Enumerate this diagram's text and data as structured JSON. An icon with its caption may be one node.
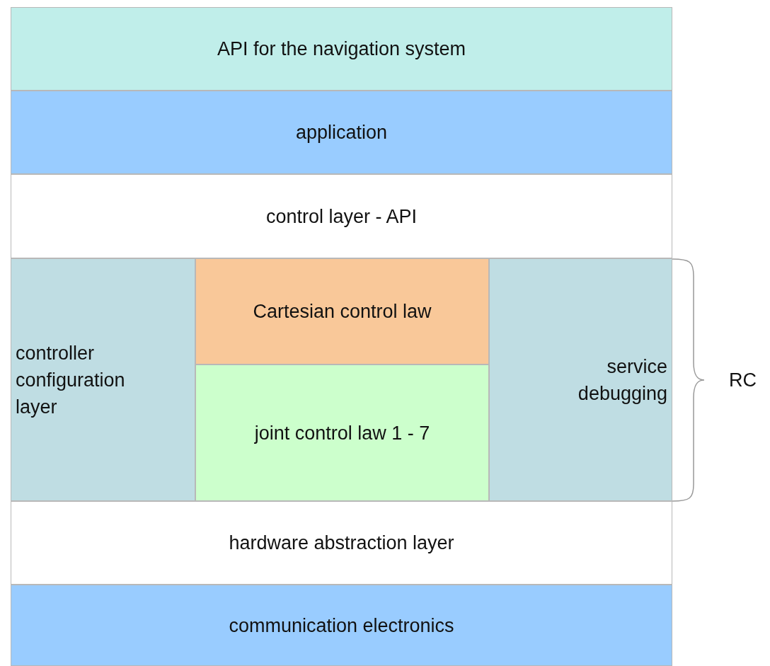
{
  "diagram": {
    "nodes": [
      {
        "text": [
          "API for the navigation system"
        ]
      },
      {
        "text": [
          "application"
        ]
      },
      {
        "text": [
          "control layer - API"
        ]
      },
      {
        "text": [
          "controller configuration layer"
        ]
      },
      {
        "text": [
          "Cartesian control law"
        ]
      },
      {
        "text": [
          "joint control law 1 - 7"
        ]
      },
      {
        "text": [
          "service debugging"
        ]
      },
      {
        "text": [
          "hardware abstraction layer"
        ]
      },
      {
        "text": [
          "communication electronics"
        ]
      }
    ],
    "labels": [
      "RC"
    ]
  }
}
